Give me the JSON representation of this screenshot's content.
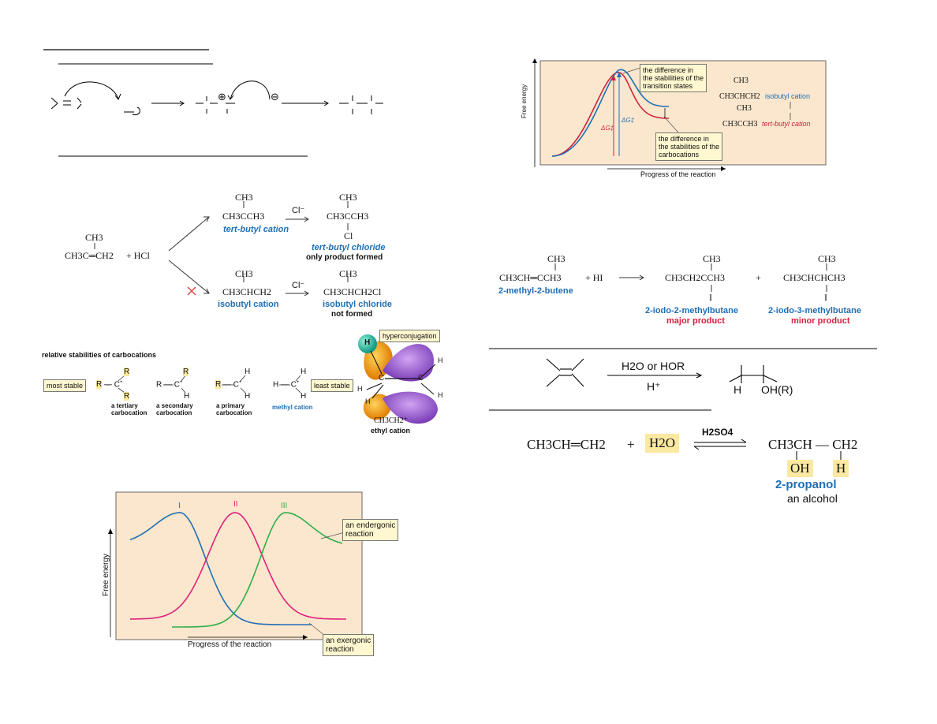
{
  "scheme1": {
    "plus_charge": "⊕",
    "minus_charge": "⊖"
  },
  "tbutyl": {
    "reactant_ch3": "CH3",
    "reactant": "CH3C═CH2",
    "plus_hcl": "+  HCl",
    "tb_cation_ch3": "CH3",
    "tb_cation": "CH3CCH3",
    "tb_cation_label": "tert-butyl cation",
    "cl_minus_1": "Cl⁻",
    "tb_chloride_ch3": "CH3",
    "tb_chloride": "CH3CCH3",
    "tb_chloride_cl": "Cl",
    "tb_chloride_label": "tert-butyl chloride",
    "tb_chloride_note": "only product formed",
    "ib_cation_ch3": "CH3",
    "ib_cation": "CH3CHCH2",
    "ib_cation_label": "isobutyl cation",
    "cl_minus_2": "Cl⁻",
    "ib_chloride_ch3": "CH3",
    "ib_chloride": "CH3CHCH2Cl",
    "ib_chloride_label": "isobutyl chloride",
    "ib_chloride_note": "not formed"
  },
  "stabilities": {
    "heading": "relative stabilities of carbocations",
    "most_stable": "most stable",
    "least_stable": "least stable",
    "tertiary": "a tertiary\ncarbocation",
    "secondary": "a secondary\ncarbocation",
    "primary": "a primary\ncarbocation",
    "methyl": "methyl cation",
    "hyperconjugation": "hyperconjugation",
    "ethyl_formula": "CH3CH2⁺",
    "ethyl_label": "ethyl cation"
  },
  "energy_top": {
    "ylabel": "Free energy",
    "xlabel": "Progress of the reaction",
    "callout_ts": "the difference in\nthe stabilities of the\ntransition states",
    "callout_carb": "the difference in\nthe stabilities of the\ncarbocations",
    "dg_red": "ΔG‡",
    "dg_blue": "ΔG‡",
    "isobutyl_ch3": "CH3",
    "isobutyl": "CH3CHCH2",
    "isobutyl_label": "isobutyl cation",
    "tbutyl_ch3": "CH3",
    "tbutyl": "CH3CCH3",
    "tbutyl_label": "tert-butyl cation"
  },
  "hi_addition": {
    "reactant_ch3": "CH3",
    "reactant": "CH3CH═CCH3",
    "plus_hi": "+  HI",
    "reactant_label": "2-methyl-2-butene",
    "major_ch3": "CH3",
    "major": "CH3CH2CCH3",
    "major_i": "I",
    "major_label": "2-iodo-2-methylbutane",
    "major_note": "major product",
    "plus": "+",
    "minor_ch3": "CH3",
    "minor": "CH3CHCHCH3",
    "minor_i": "I",
    "minor_label": "2-iodo-3-methylbutane",
    "minor_note": "minor product"
  },
  "hydration_general": {
    "reagent": "H2O or HOR",
    "catalyst": "H⁺",
    "h_label": "H",
    "oh_label": "OH(R)"
  },
  "hydration": {
    "reactant": "CH3CH═CH2",
    "plus": "+",
    "water": "H2O",
    "catalyst": "H2SO4",
    "product": "CH3CH — CH2",
    "oh": "OH",
    "h": "H",
    "name": "2-propanol",
    "class": "an alcohol"
  },
  "energy_bottom": {
    "ylabel": "Free energy",
    "xlabel": "Progress of the reaction",
    "label_I": "I",
    "label_II": "II",
    "label_III": "III",
    "callout_endergonic": "an endergonic\nreaction",
    "callout_exergonic": "an exergonic\nreaction"
  },
  "colors": {
    "panel_bg": "#fbe7cd",
    "blue": "#1f6fb5",
    "red": "#d2213f",
    "green": "#2eae4d",
    "magenta": "#e0217a",
    "callout_bg": "#fff7cf"
  }
}
